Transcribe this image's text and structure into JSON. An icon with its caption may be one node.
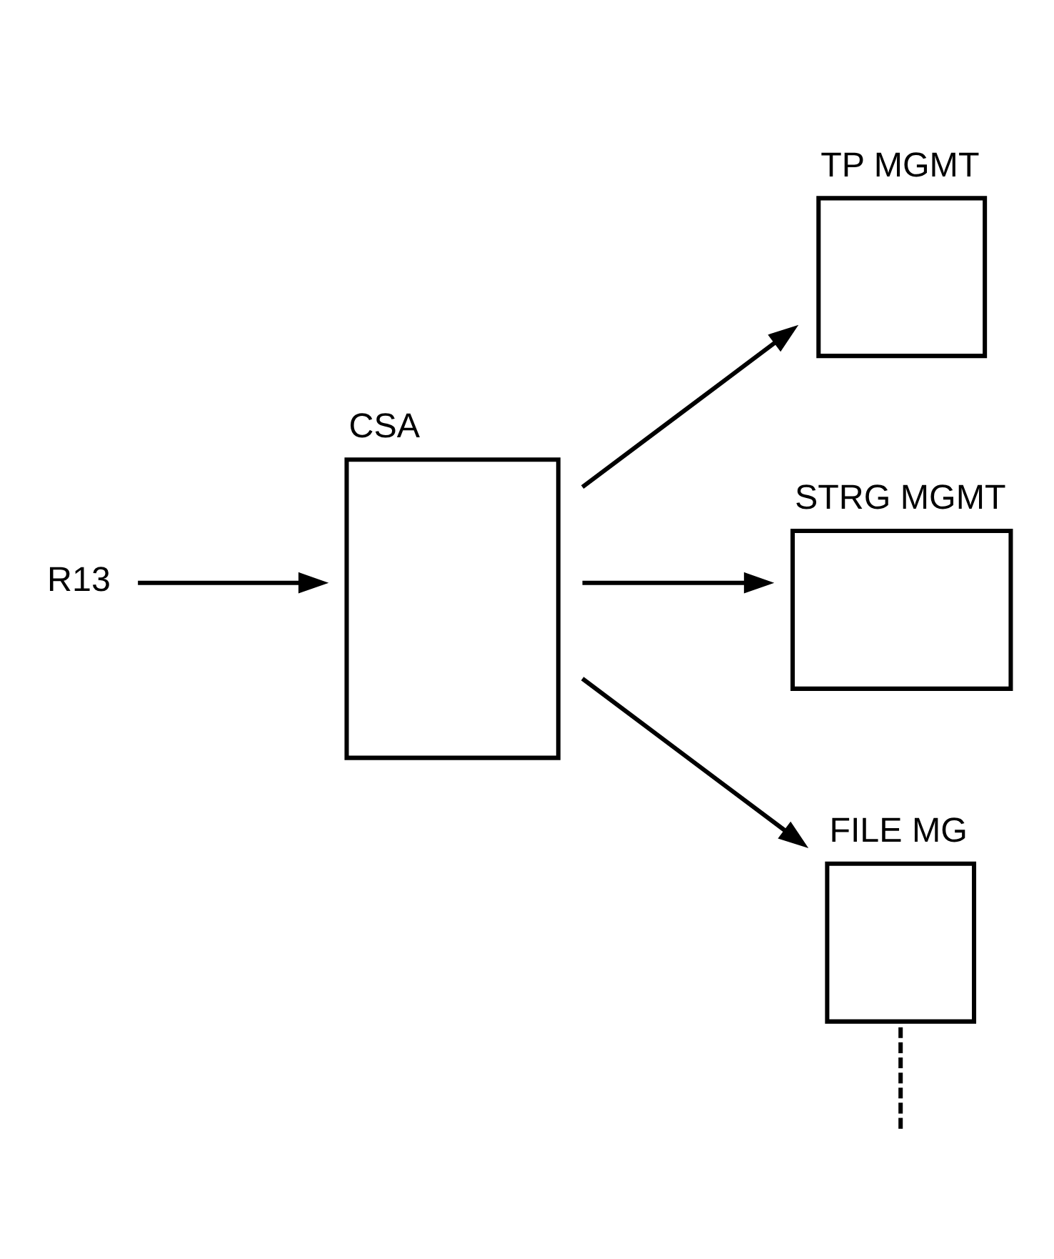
{
  "diagram": {
    "nodes": [
      {
        "text": [
          "R13"
        ]
      },
      {
        "text": [
          "CSA"
        ]
      },
      {
        "text": [
          "TP MGMT"
        ]
      },
      {
        "text": [
          "STRG MGMT"
        ]
      },
      {
        "text": [
          "FILE MG"
        ]
      }
    ],
    "edges": [
      {
        "from": 0,
        "to": 1,
        "arrow": "to"
      },
      {
        "from": 1,
        "to": 2,
        "arrow": "to"
      },
      {
        "from": 1,
        "to": 3,
        "arrow": "to"
      },
      {
        "from": 1,
        "to": 4,
        "arrow": "to"
      },
      {
        "from": 4,
        "to": null,
        "arrow": "none",
        "style": "dashed"
      }
    ]
  }
}
